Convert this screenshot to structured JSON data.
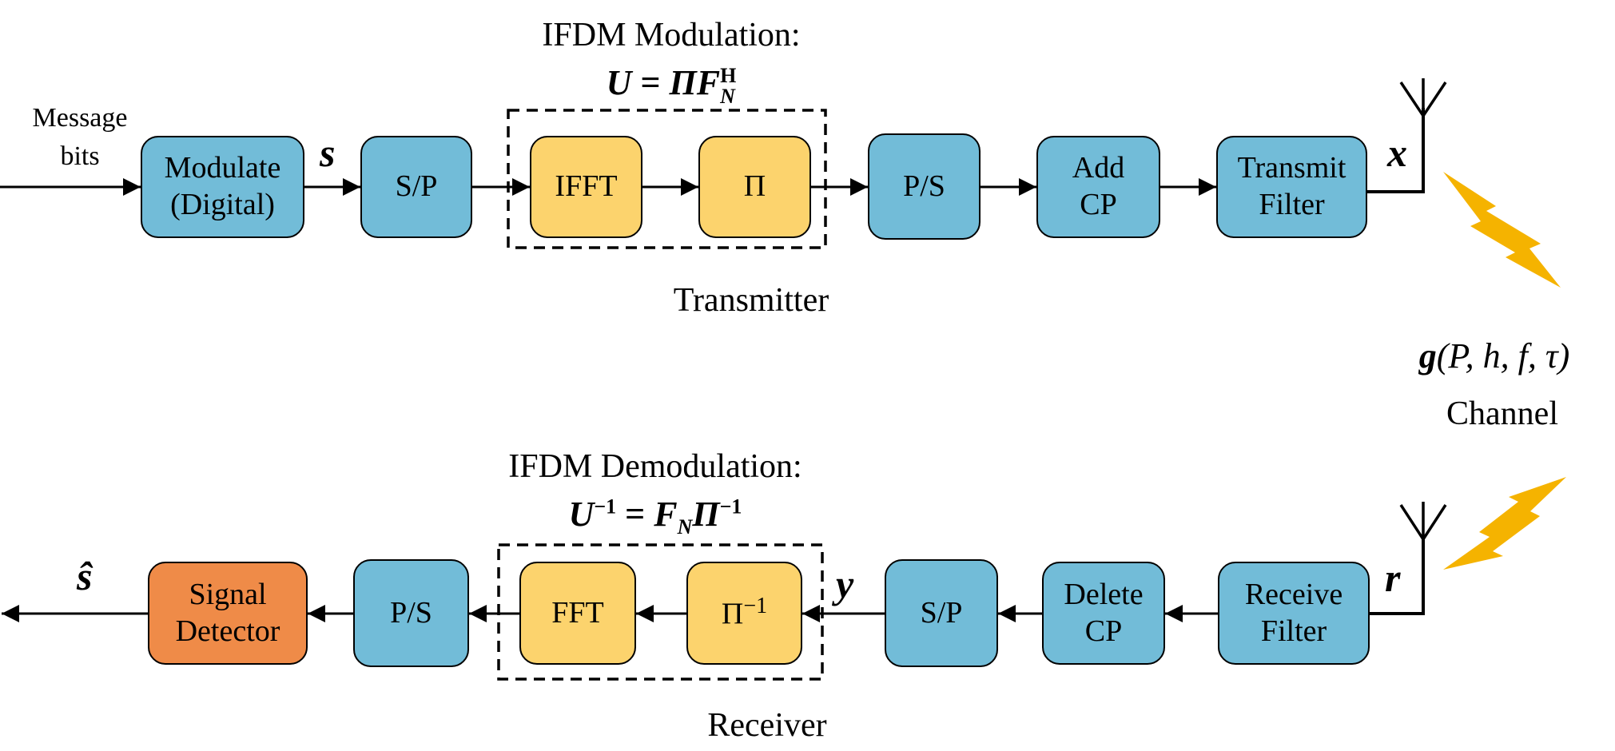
{
  "transmitter": {
    "input_label": [
      "Message",
      "bits"
    ],
    "signal_s": "s",
    "signal_x": "x",
    "modulation_title": "IFDM Modulation:",
    "modulation_eq": {
      "lhs": "U",
      "eq": " = ",
      "pi": "Π",
      "f": "F",
      "sup": "H",
      "sub": "N"
    },
    "caption": "Transmitter",
    "blocks": {
      "modulate": [
        "Modulate",
        "(Digital)"
      ],
      "sp": [
        "S/P"
      ],
      "ifft": [
        "IFFT"
      ],
      "pi": [
        "Π"
      ],
      "ps": [
        "P/S"
      ],
      "addcp": [
        "Add",
        "CP"
      ],
      "txfilter": [
        "Transmit",
        "Filter"
      ]
    }
  },
  "channel": {
    "function": {
      "g": "g",
      "args": "(P, h, f, τ)"
    },
    "caption": "Channel"
  },
  "receiver": {
    "signal_r": "r",
    "signal_y": "y",
    "signal_shat": "ŝ",
    "demodulation_title": "IFDM Demodulation:",
    "demodulation_eq": {
      "lhs": "U",
      "lhs_sup": "−1",
      "eq": " = ",
      "f": "F",
      "sub": "N",
      "pi": "Π",
      "pi_sup": "−1"
    },
    "caption": "Receiver",
    "blocks": {
      "rxfilter": [
        "Receive",
        "Filter"
      ],
      "deletecp": [
        "Delete",
        "CP"
      ],
      "sp": [
        "S/P"
      ],
      "piinv": {
        "base": "Π",
        "sup": "−1"
      },
      "fft": [
        "FFT"
      ],
      "ps": [
        "P/S"
      ],
      "detector": [
        "Signal",
        "Detector"
      ]
    }
  },
  "colors": {
    "processing_block": "#72bcd8",
    "transform_block": "#fcd36d",
    "detector_block": "#ef8b48",
    "lightning": "#f5b300"
  }
}
